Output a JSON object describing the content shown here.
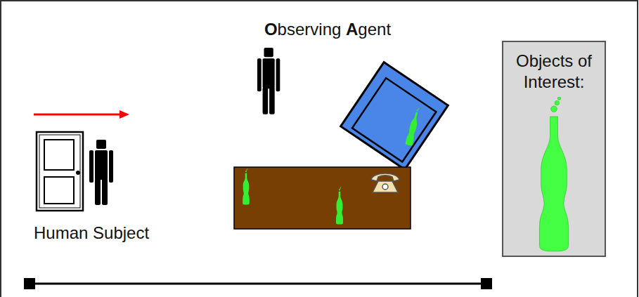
{
  "diagram": {
    "nodes": [
      {
        "text": [
          "Objects of Interest:"
        ]
      }
    ],
    "labels": [
      "Observing Agent",
      "Human Subject"
    ]
  }
}
